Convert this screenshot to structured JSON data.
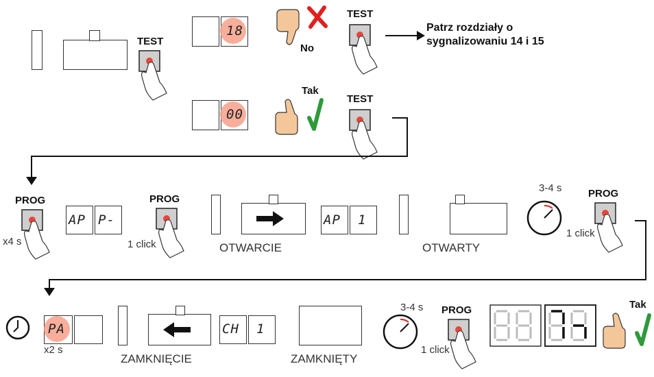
{
  "labels": {
    "test": "TEST",
    "prog": "PROG",
    "no": "No",
    "tak": "Tak",
    "see_chapters": "Patrz rozdziały o",
    "see_chapters_2": "sygnalizowaniu 14 i 15",
    "x4s": "x4 s",
    "x2s": "x2 s",
    "one_click": "1 click",
    "opening": "OTWARCIE",
    "open": "OTWARTY",
    "closing": "ZAMKNIĘCIE",
    "closed": "ZAMKNIĘTY",
    "time_3_4": "3-4 s"
  },
  "displays": {
    "code_fail": "18",
    "code_ok": "00",
    "ap": "AP",
    "p_dash": "P-",
    "ap_1a": "AP",
    "ap_1b": "1",
    "pa": "PA",
    "ch": "CH",
    "ch_1": "1"
  },
  "colors": {
    "red_led": "#e8463a",
    "glow": "#f7a08a",
    "green_check": "#2e9a3a",
    "red_x": "#e02020"
  }
}
